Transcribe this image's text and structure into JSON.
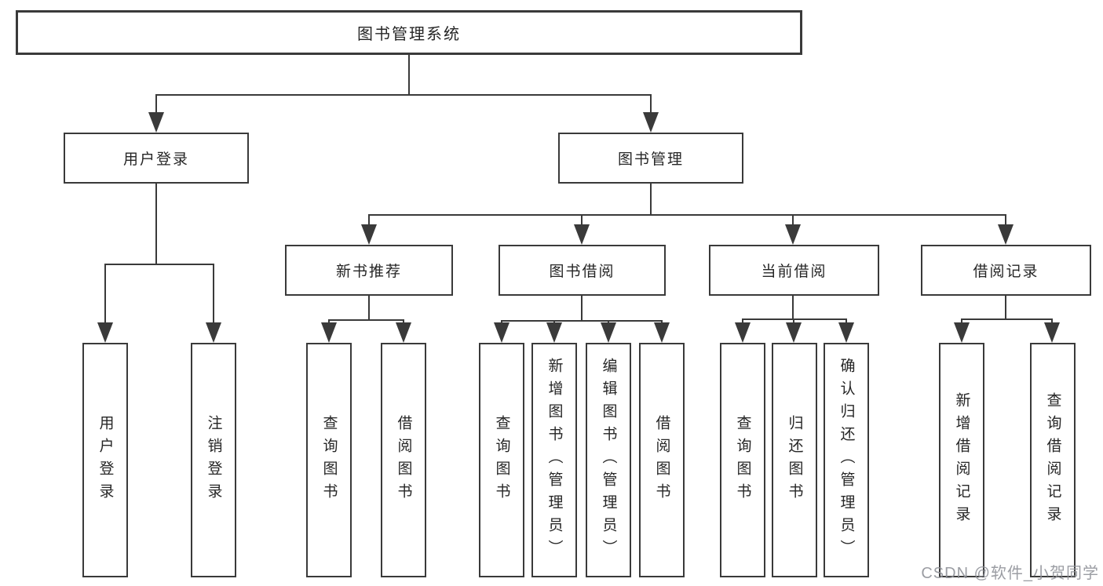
{
  "colors": {
    "line": "#3a3a3a",
    "text": "#262626",
    "background": "#ffffff",
    "watermark": "#909299"
  },
  "tree": {
    "root": "图书管理系统",
    "branches": [
      {
        "label": "用户登录",
        "leaves": [
          "用户登录",
          "注销登录"
        ]
      },
      {
        "label": "图书管理",
        "groups": [
          {
            "label": "新书推荐",
            "leaves": [
              "查询图书",
              "借阅图书"
            ]
          },
          {
            "label": "图书借阅",
            "leaves": [
              "查询图书",
              "新增图书（管理员）",
              "编辑图书（管理员）",
              "借阅图书"
            ]
          },
          {
            "label": "当前借阅",
            "leaves": [
              "查询图书",
              "归还图书",
              "确认归还（管理员）"
            ]
          },
          {
            "label": "借阅记录",
            "leaves": [
              "新增借阅记录",
              "查询借阅记录"
            ]
          }
        ]
      }
    ]
  },
  "watermark": "CSDN @软件_小贺同学"
}
